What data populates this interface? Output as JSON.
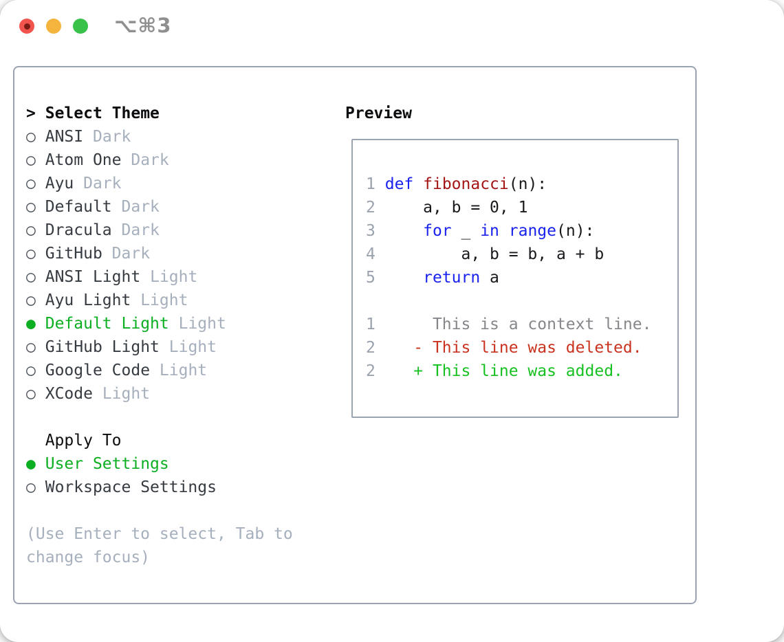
{
  "window": {
    "shortcut": "⌥⌘3"
  },
  "titlebar": {
    "buttons": [
      {
        "name": "close-button",
        "color_key": "red_light",
        "has_dot": true
      },
      {
        "name": "minimize-button",
        "color_key": "yellow_light",
        "has_dot": false
      },
      {
        "name": "zoom-button",
        "color_key": "green_light",
        "has_dot": false
      }
    ]
  },
  "selector": {
    "header_marker": ">",
    "header": "Select Theme",
    "marker_selected": "●",
    "marker_unselected": "○",
    "items": [
      {
        "name": "ANSI",
        "variant": "Dark",
        "selected": false
      },
      {
        "name": "Atom One",
        "variant": "Dark",
        "selected": false
      },
      {
        "name": "Ayu",
        "variant": "Dark",
        "selected": false
      },
      {
        "name": "Default",
        "variant": "Dark",
        "selected": false
      },
      {
        "name": "Dracula",
        "variant": "Dark",
        "selected": false
      },
      {
        "name": "GitHub",
        "variant": "Dark",
        "selected": false
      },
      {
        "name": "ANSI Light",
        "variant": "Light",
        "selected": false
      },
      {
        "name": "Ayu Light",
        "variant": "Light",
        "selected": false
      },
      {
        "name": "Default Light",
        "variant": "Light",
        "selected": true
      },
      {
        "name": "GitHub Light",
        "variant": "Light",
        "selected": false
      },
      {
        "name": "Google Code",
        "variant": "Light",
        "selected": false
      },
      {
        "name": "XCode",
        "variant": "Light",
        "selected": false
      }
    ],
    "apply_to": {
      "header": "Apply To",
      "items": [
        {
          "name": "User Settings",
          "selected": true
        },
        {
          "name": "Workspace Settings",
          "selected": false
        }
      ]
    },
    "hint_lines": [
      "(Use Enter to select, Tab to",
      "change focus)"
    ]
  },
  "preview": {
    "title": "Preview",
    "code_lines": [
      {
        "num": "1",
        "tokens": [
          [
            "pl",
            " "
          ],
          [
            "kw",
            "def"
          ],
          [
            "pl",
            " "
          ],
          [
            "fn",
            "fibonacci"
          ],
          [
            "pl",
            "(n):"
          ]
        ]
      },
      {
        "num": "2",
        "tokens": [
          [
            "pl",
            "     a, b = 0, 1"
          ]
        ]
      },
      {
        "num": "3",
        "tokens": [
          [
            "pl",
            "     "
          ],
          [
            "kw",
            "for"
          ],
          [
            "pl",
            " _ "
          ],
          [
            "kw",
            "in"
          ],
          [
            "pl",
            " "
          ],
          [
            "kw",
            "range"
          ],
          [
            "pl",
            "(n):"
          ]
        ]
      },
      {
        "num": "4",
        "tokens": [
          [
            "pl",
            "         a, b = b, a + b"
          ]
        ]
      },
      {
        "num": "5",
        "tokens": [
          [
            "pl",
            "     "
          ],
          [
            "kw",
            "return"
          ],
          [
            "pl",
            " a"
          ]
        ]
      }
    ],
    "diff_lines": [
      {
        "num": "1",
        "kind": "ctx",
        "text": "      This is a context line."
      },
      {
        "num": "2",
        "kind": "del",
        "text": "    - This line was deleted."
      },
      {
        "num": "2",
        "kind": "add",
        "text": "    + This line was added."
      }
    ]
  },
  "colors": {
    "red_light": "#f1544c",
    "red_light_dot": "#7a1c15",
    "yellow_light": "#f4b43d",
    "green_light": "#38c24a",
    "accent_green": "#0cae22",
    "added_green": "#16c121",
    "deleted_red": "#c9331f",
    "keyword_blue": "#1a22ee",
    "function_red": "#a31515",
    "code_text": "#17191c",
    "list_text": "#363b42",
    "header_text": "#0b0d0f",
    "muted_text": "#a6afbc",
    "hint_text": "#a6afbc",
    "line_number": "#9aa2ad",
    "context_text": "#85878b",
    "border_color": "#9aa3b0",
    "shortcut_text": "#8f8f8f"
  }
}
